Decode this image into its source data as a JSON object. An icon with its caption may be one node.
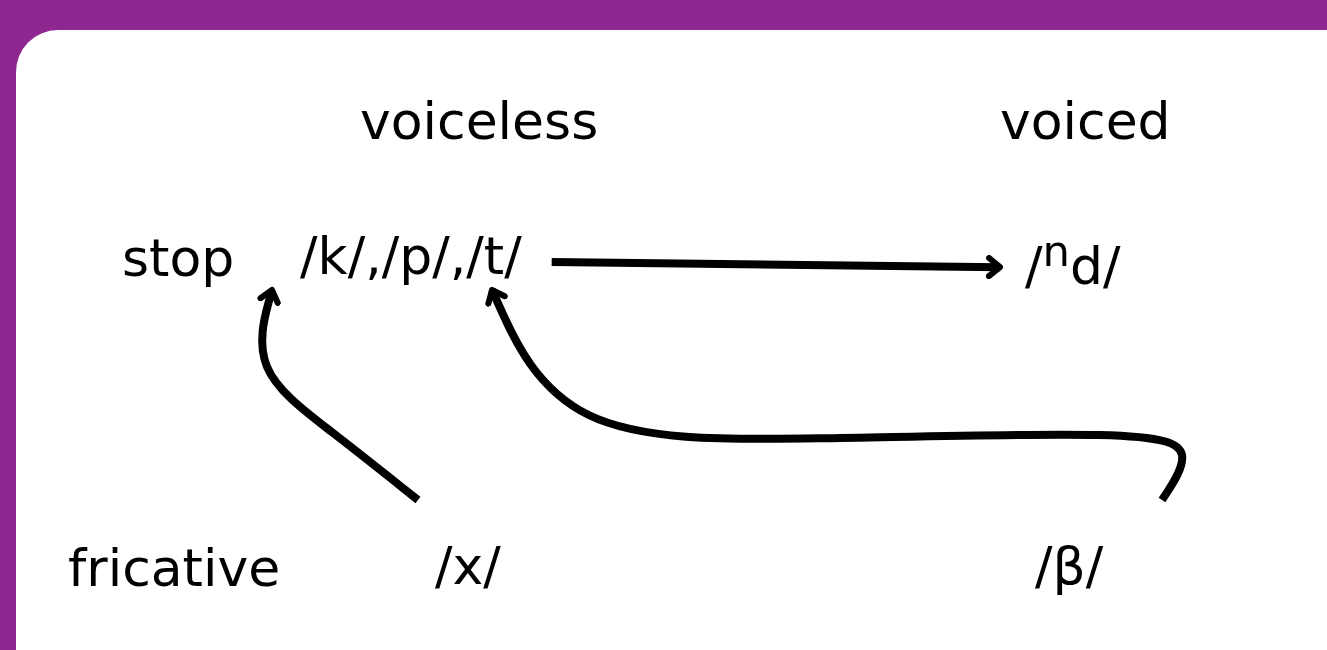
{
  "diagram": {
    "nodes": [
      {
        "text": [
          "/k/,/p/,/t/"
        ]
      },
      {
        "text": [
          "/$^{n}$d/"
        ]
      },
      {
        "text": [
          "/x/"
        ]
      },
      {
        "text": [
          "/β/"
        ]
      }
    ],
    "edges": [
      {
        "from": 0,
        "to": 1,
        "arrow": "to"
      },
      {
        "from": 2,
        "to": 0,
        "arrow": "to"
      },
      {
        "from": 3,
        "to": 0,
        "arrow": "to"
      }
    ],
    "labels": [
      "voiceless",
      "voiced",
      "stop",
      "fricative"
    ]
  }
}
